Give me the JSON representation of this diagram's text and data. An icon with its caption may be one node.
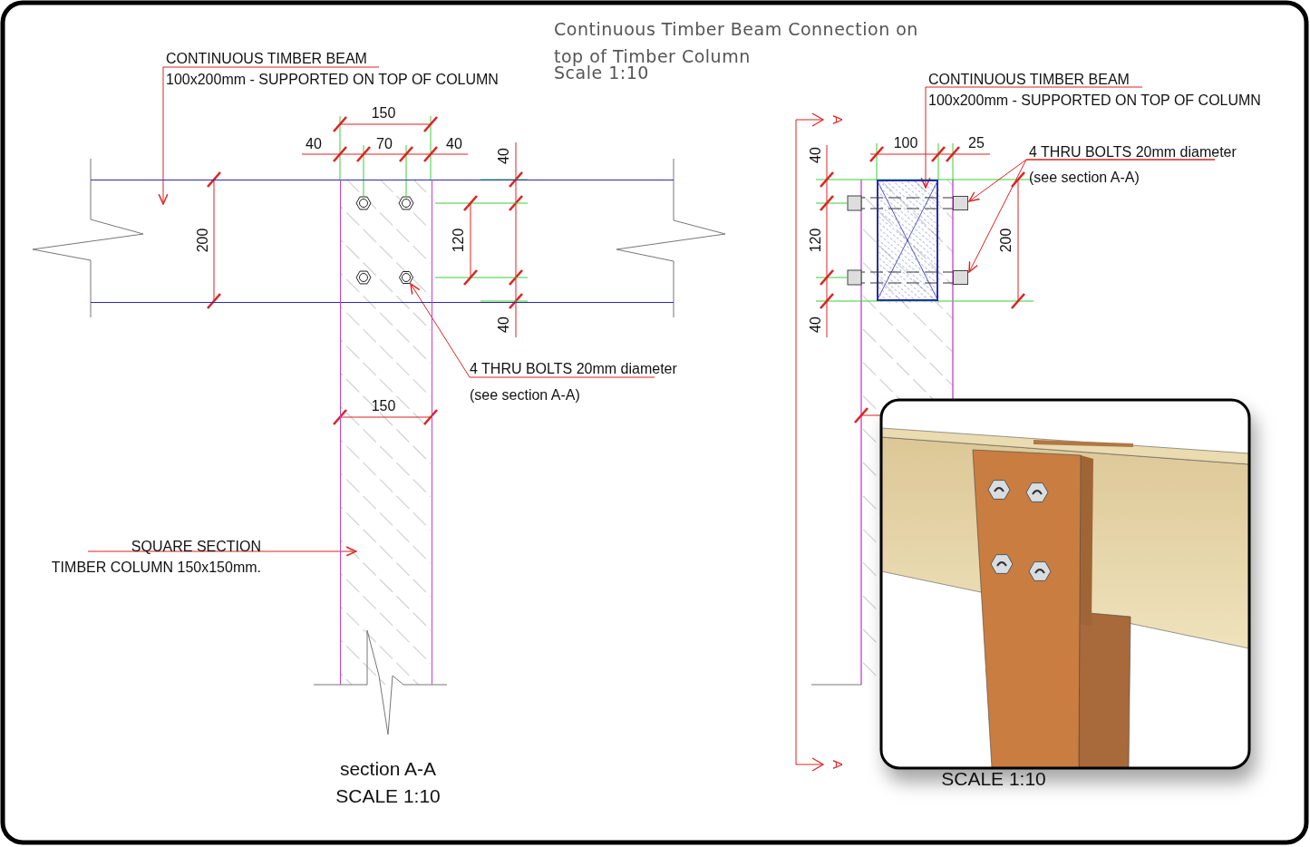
{
  "diagram": {
    "title": "Continuous Timber Beam Connection on top of Timber Column",
    "nodes": [
      {
        "text": [
          "CONTINUOUS TIMBER BEAM",
          "100x200mm - SUPPORTED ON TOP OF COLUMN"
        ]
      },
      {
        "text": [],
        "shape": "bar"
      },
      {
        "text": [
          "4 THRU BOLTS 20mm diameter",
          "(see section A-A)"
        ]
      },
      {
        "text": [],
        "shape": "circle"
      },
      {
        "text": [
          "SQUARE SECTION",
          "TIMBER COLUMN 150x150mm."
        ]
      },
      {
        "text": [],
        "shape": "bar"
      },
      {
        "text": [
          "CONTINUOUS TIMBER BEAM",
          "100x200mm - SUPPORTED ON TOP OF COLUMN"
        ]
      },
      {
        "text": [],
        "shape": "box"
      },
      {
        "text": [
          "4 THRU BOLTS 20mm diameter",
          "(see section A-A)"
        ]
      },
      {
        "text": [],
        "shape": "bolt"
      },
      {
        "text": [],
        "shape": "bolt"
      }
    ],
    "edges": [
      {
        "from": 0,
        "to": 1,
        "arrow": "to"
      },
      {
        "from": 2,
        "to": 3,
        "arrow": "to"
      },
      {
        "from": 4,
        "to": 5,
        "arrow": "to"
      },
      {
        "from": 6,
        "to": 7,
        "arrow": "to"
      },
      {
        "from": 8,
        "to": 9,
        "arrow": "to"
      },
      {
        "from": 8,
        "to": 10,
        "arrow": "to"
      }
    ],
    "labels": [
      "Scale 1:10",
      "150",
      "40",
      "70",
      "40",
      "40",
      "200",
      "120",
      "40",
      "150",
      "section A-A",
      "SCALE 1:10",
      "A",
      "40",
      "100",
      "25",
      "120",
      "200",
      "40",
      "A",
      "SCALE 1:10"
    ]
  }
}
